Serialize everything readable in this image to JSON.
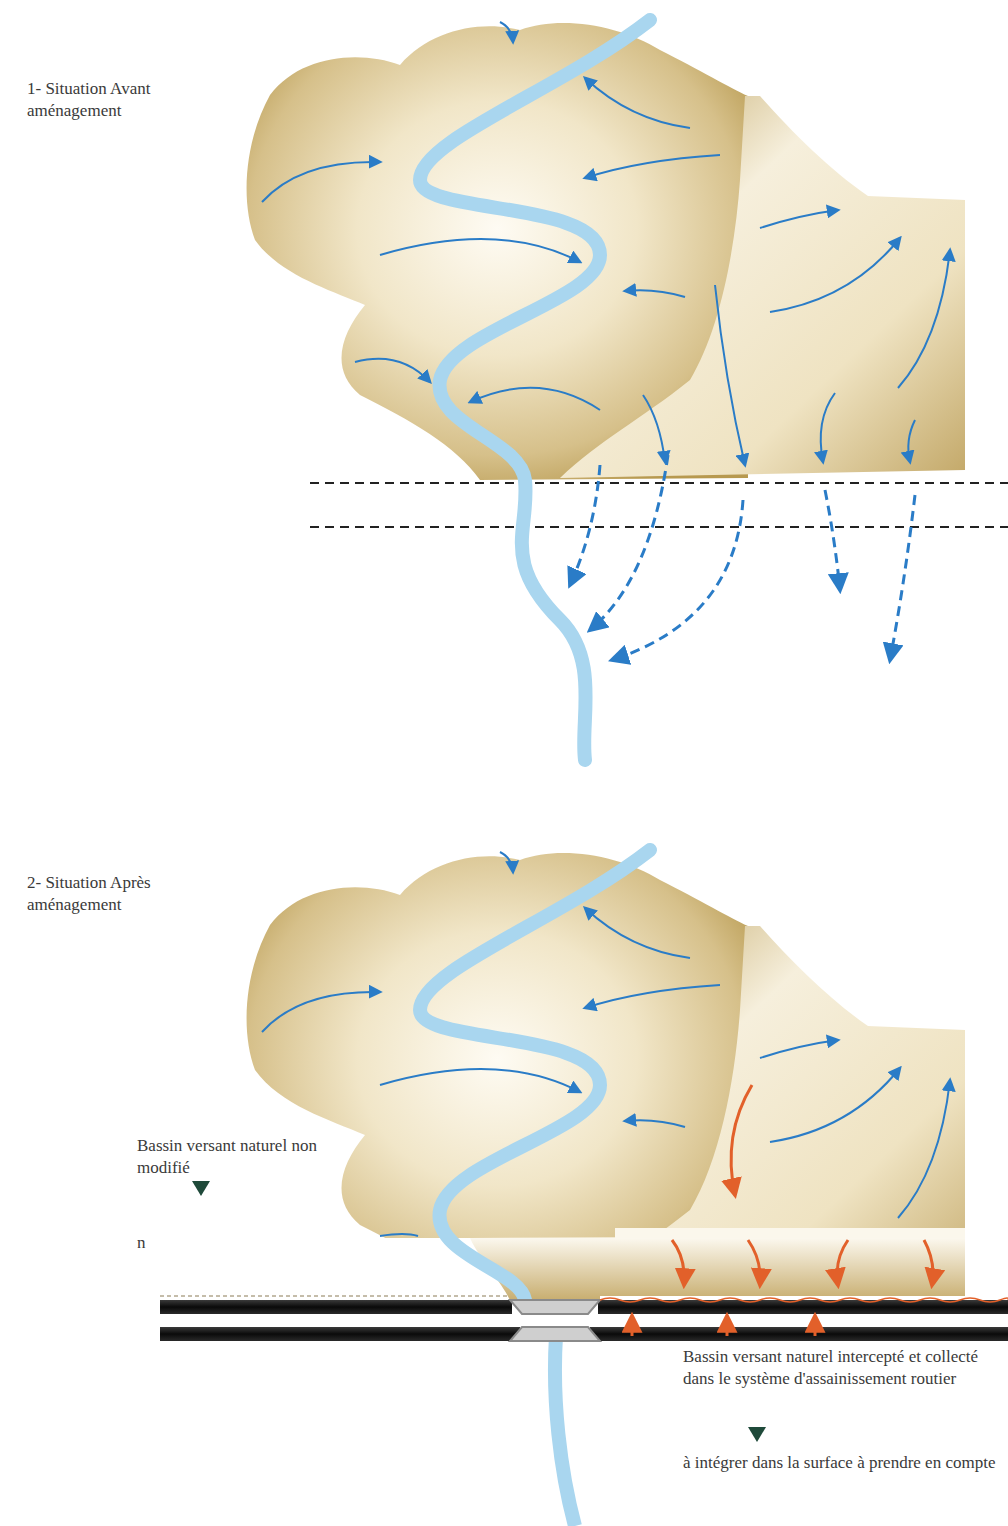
{
  "diagram": {
    "labels": [
      "1- Situation Avant aménagement",
      "2- Situation Après aménagement",
      "Bassin versant naturel non modifié",
      "n",
      "Bassin versant naturel intercepté et collecté dans le système d'assainissement routier",
      "à intégrer dans la surface à prendre en compte"
    ]
  }
}
